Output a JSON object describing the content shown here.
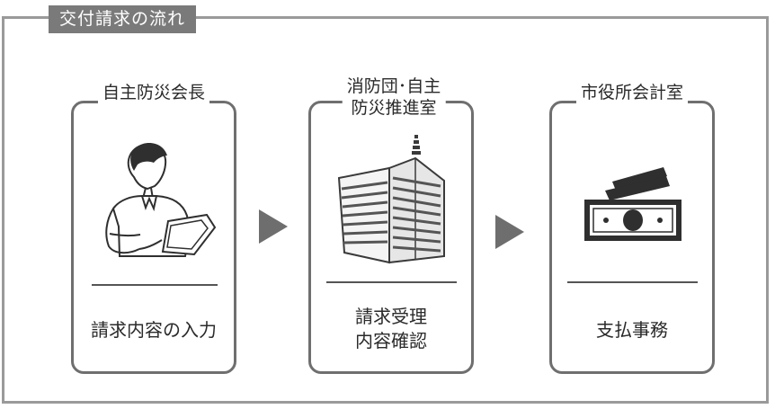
{
  "frame": {
    "title": "交付請求の流れ"
  },
  "steps": [
    {
      "title_lines": [
        "自主防災会長"
      ],
      "icon": "person-with-laptop-icon",
      "body_lines": [
        "請求内容の入力"
      ]
    },
    {
      "title_lines": [
        "消防団･自主",
        "防災推進室"
      ],
      "icon": "office-building-icon",
      "body_lines": [
        "請求受理",
        "内容確認"
      ]
    },
    {
      "title_lines": [
        "市役所会計室"
      ],
      "icon": "money-bills-icon",
      "body_lines": [
        "支払事務"
      ]
    }
  ],
  "arrows": [
    "arrow-right-icon",
    "arrow-right-icon"
  ],
  "colors": {
    "frame_border": "#9a9a9a",
    "title_background": "#7a7a7a",
    "card_border": "#6f6f6f",
    "arrow": "#6e6e6e",
    "text": "#2a2a2a"
  }
}
